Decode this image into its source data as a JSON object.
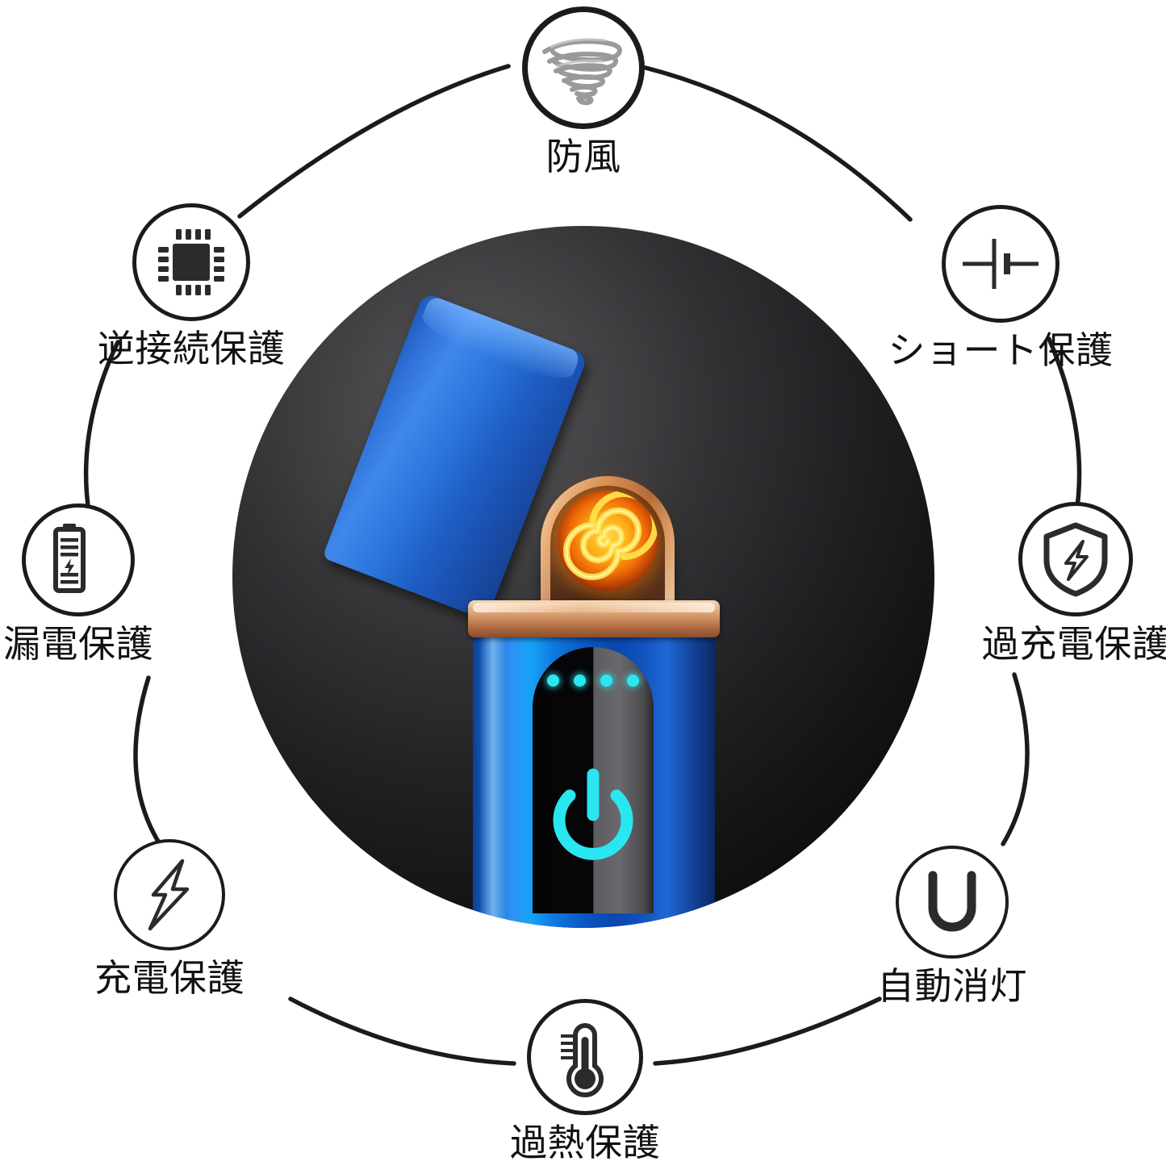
{
  "diagram": {
    "type": "radial-feature-callout",
    "subject": "rechargeable electric arc/coil lighter",
    "background_color": "#ffffff",
    "line_color": "#1b1b1b",
    "label_color": "#121212"
  },
  "features": [
    {
      "id": "windproof",
      "label": "防風",
      "icon": "no-wind-tornado-icon",
      "position": "top"
    },
    {
      "id": "reverse-connection-protection",
      "label": "逆接続保護",
      "icon": "microchip-icon",
      "position": "top-left"
    },
    {
      "id": "leakage-protection",
      "label": "漏電保護",
      "icon": "battery-bolt-icon",
      "position": "left"
    },
    {
      "id": "charging-protection",
      "label": "充電保護",
      "icon": "lightning-bolt-icon",
      "position": "bottom-left"
    },
    {
      "id": "overheat-protection",
      "label": "過熱保護",
      "icon": "thermometer-icon",
      "position": "bottom"
    },
    {
      "id": "auto-shutoff",
      "label": "自動消灯",
      "icon": "u-shape-icon",
      "position": "bottom-right"
    },
    {
      "id": "overcharge-protection",
      "label": "過充電保護",
      "icon": "shield-bolt-icon",
      "position": "right"
    },
    {
      "id": "short-circuit-protection",
      "label": "ショート保護",
      "icon": "battery-circuit-symbol-icon",
      "position": "top-right"
    }
  ],
  "product": {
    "name": "electric-lighter-photo",
    "lid_color": "#2f7ad6",
    "body_color": "#1165cf",
    "collar_color": "#c9895a",
    "coil_glow_color": "#ffae18",
    "led_color": "#2ae6f0",
    "led_count": 4,
    "power_symbol_color": "#2ae6f0",
    "backdrop_color": "#1b1b1e"
  }
}
